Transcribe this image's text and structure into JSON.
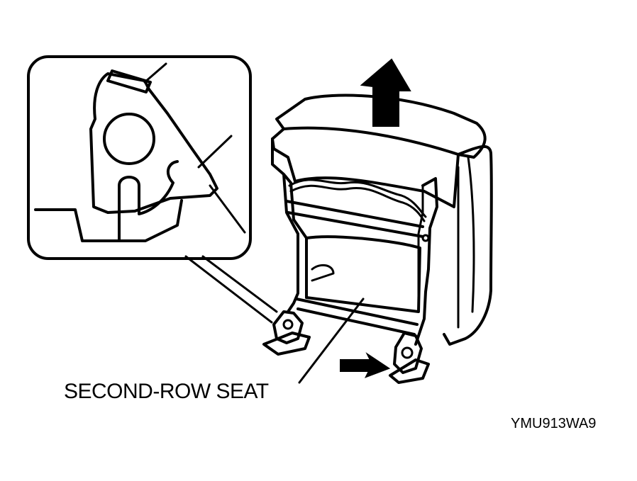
{
  "labels": {
    "seat": "SECOND-ROW SEAT",
    "figure_code": "YMU913WA9"
  },
  "arrows": {
    "lift_direction": "up",
    "push_direction": "right"
  },
  "colors": {
    "ink": "#000000",
    "background": "#ffffff"
  }
}
